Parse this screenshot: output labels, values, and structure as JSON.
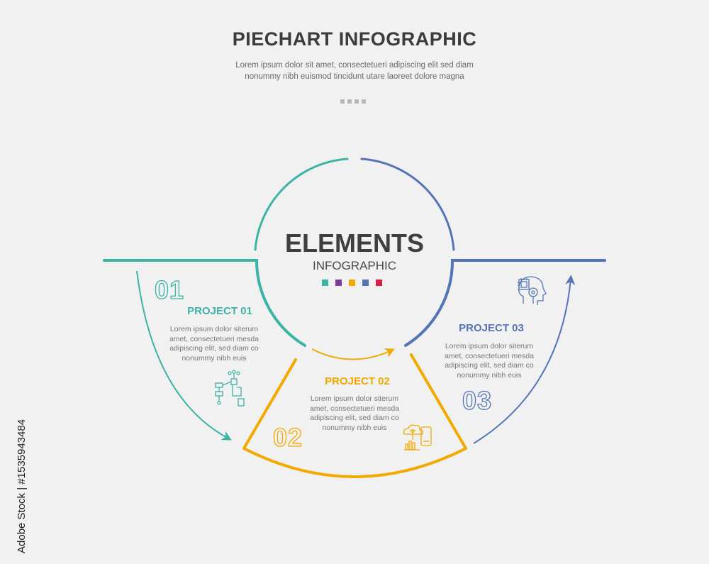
{
  "header": {
    "title": "PIECHART INFOGRAPHIC",
    "subtitle": "Lorem ipsum dolor sit amet, consectetueri adipiscing elit sed diam nonummy nibh euismod tincidunt utare laoreet dolore magna"
  },
  "center": {
    "title": "ELEMENTS",
    "subtitle": "INFOGRAPHIC"
  },
  "colors": {
    "teal": "#3db3a6",
    "purple": "#7b3f98",
    "orange": "#f2a900",
    "blue": "#5474b6",
    "red": "#d71f45"
  },
  "projects": [
    {
      "number": "01",
      "title": "PROJECT 01",
      "description": "Lorem ipsum dolor siterum amet, consectetueri mesda adipiscing elit, sed diam co nonummy nibh euis",
      "icon": "robot-hand-flowchart-icon",
      "color": "#3db3a6"
    },
    {
      "number": "02",
      "title": "PROJECT 02",
      "description": "Lorem ipsum dolor siterum amet, consectetueri mesda adipiscing elit, sed diam co nonummy nibh euis",
      "icon": "cloud-analytics-phone-icon",
      "color": "#f2a900"
    },
    {
      "number": "03",
      "title": "PROJECT 03",
      "description": "Lorem ipsum dolor siterum amet, consectetueri mesda adipiscing elit, sed diam co nonummy nibh euis",
      "icon": "ai-head-chip-icon",
      "color": "#5474b6"
    }
  ],
  "watermark": "Adobe Stock | #1535943484"
}
